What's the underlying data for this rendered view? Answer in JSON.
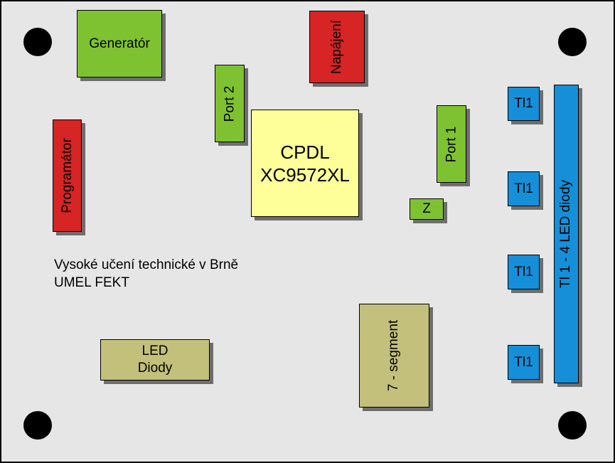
{
  "colors": {
    "board": "#e6e6e6",
    "green": "#7fc231",
    "red": "#d72424",
    "blue": "#168fd9",
    "olive": "#c2c07a",
    "yellow": "#ffff99",
    "shadow": "#6e6e6e"
  },
  "blocks": {
    "generator": "Generatór",
    "napajeni": "Napájení",
    "port2": "Port 2",
    "port1": "Port 1",
    "cpdl_line1": "CPDL",
    "cpdl_line2": "XC9572XL",
    "programator": "Programátor",
    "z": "Z",
    "tl1_a": "Tl1",
    "tl1_b": "Tl1",
    "tl1_c": "Tl1",
    "tl1_d": "Tl1",
    "led_bar": "Tl 1 - 4 LED diody",
    "led_line1": "LED",
    "led_line2": "Diody",
    "segment": "7 - segment"
  },
  "note": {
    "line1": "Vysoké učení technické v Brně",
    "line2": "UMEL FEKT"
  }
}
